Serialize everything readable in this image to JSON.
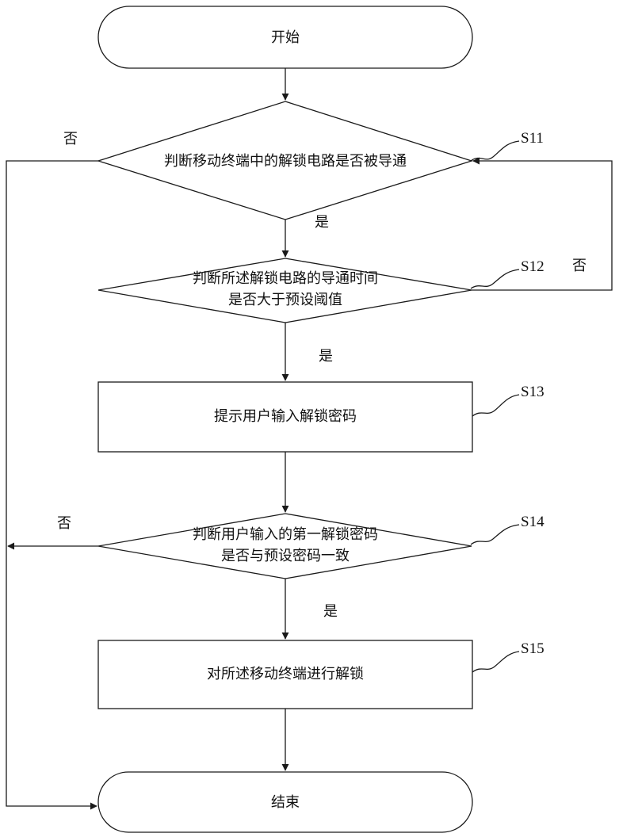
{
  "nodes": {
    "start": {
      "label": "开始"
    },
    "s11": {
      "step": "S11",
      "lines": [
        "判断移动终端中的解锁电路是否被导通"
      ]
    },
    "s12": {
      "step": "S12",
      "lines": [
        "判断所述解锁电路的导通时间",
        "是否大于预设阈值"
      ]
    },
    "s13": {
      "step": "S13",
      "lines": [
        "提示用户输入解锁密码"
      ]
    },
    "s14": {
      "step": "S14",
      "lines": [
        "判断用户输入的第一解锁密码",
        "是否与预设密码一致"
      ]
    },
    "s15": {
      "step": "S15",
      "lines": [
        "对所述移动终端进行解锁"
      ]
    },
    "end": {
      "label": "结束"
    }
  },
  "edges": {
    "s11_yes": "是",
    "s11_no": "否",
    "s12_yes": "是",
    "s12_no": "否",
    "s14_yes": "是",
    "s14_no": "否"
  },
  "colors": {
    "stroke": "#1a1a1a",
    "text": "#111111",
    "background": "#ffffff"
  }
}
